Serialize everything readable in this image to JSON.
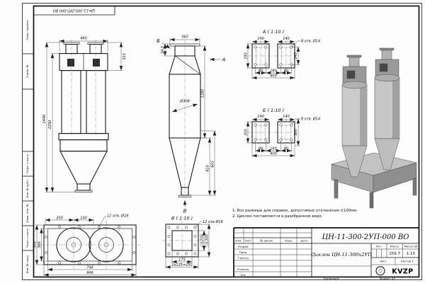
{
  "frame": {
    "top_stamp": "ЦН-11-300-2УП-000 ВО",
    "side_column": [
      "Перв. примен.",
      "Справ. №",
      "Подп. и дата",
      "Инв. № дубл.",
      "Взам. инв. №",
      "Подп. и дата",
      "Инв. № подл."
    ],
    "copy_label": "Копировал",
    "format_label": "Формат А3"
  },
  "notes": {
    "line1": "1. Все размеры для справок, допустимые отклонения ±100мм.",
    "line2": "2. Циклон поставляется в разобранном виде."
  },
  "front_view": {
    "dim_width_top": "460",
    "dim_inlet": "323",
    "dim_overall_height": "2440",
    "dim_body_height": "2290"
  },
  "side_view": {
    "dim_width_top": "360",
    "dim_flange": "34.5",
    "dim_body": "1285",
    "dim_cone": "810",
    "dim_lower": "605",
    "dim_diameter": "Ø308",
    "label_a": "А",
    "label_b": "Б",
    "label_v": "В"
  },
  "detail_a": {
    "title": "А ( 1:10 )",
    "dim_w1": "140",
    "dim_w2": "140",
    "holes_note": "8 отв. Ø14",
    "dim_height": "295",
    "dim_holes_v": "245",
    "dim_s1": "80",
    "dim_s2": "180",
    "dim_s3": "80",
    "dim_total": "400"
  },
  "detail_b": {
    "title": "Б ( 1:10 )",
    "dim_w1": "140",
    "dim_w2": "140",
    "holes_note": "8 отв. Ø14",
    "dim_height": "200",
    "dim_right": "300",
    "dim_s1": "80",
    "dim_s2": "180",
    "dim_s3": "80",
    "dim_total": "400"
  },
  "plan_view": {
    "dim_200": "200",
    "dim_140": "140",
    "holes_note": "12 отв. Ø18",
    "dim_outer_depth": "506",
    "dim_inner_depth": "366",
    "dim_inner_width": "746",
    "dim_outer_width": "946"
  },
  "view_v": {
    "title": "В ( 1:10 )",
    "holes_note": "12 отв Ø16",
    "dim_inner": "□1200",
    "dim_outer": "□1300",
    "dim_175": "175",
    "dim_250": "2х125=250"
  },
  "title_block": {
    "designation": "ЦН-11-300-2УП-000 ВО",
    "doc_name": "Циклон ЦН-11-300х2УП",
    "col_izm": "Изм.",
    "col_list": "Лист",
    "col_doc": "№ докум.",
    "col_podp": "Подп.",
    "col_data": "Дата",
    "row_razrab": "Разраб.",
    "row_prov": "Пров.",
    "row_tkontr": "Т.контр.",
    "row_nkontr": "Н.контр.",
    "row_utv": "Утв.",
    "lit_label": "Лит.",
    "mass_label": "Масса",
    "scale_label": "Масштаб",
    "mass_value": "159.7",
    "scale_value": "1:15",
    "sheet_label": "Лист",
    "sheets_label": "Листов 1",
    "logo_text": "KVZP"
  }
}
